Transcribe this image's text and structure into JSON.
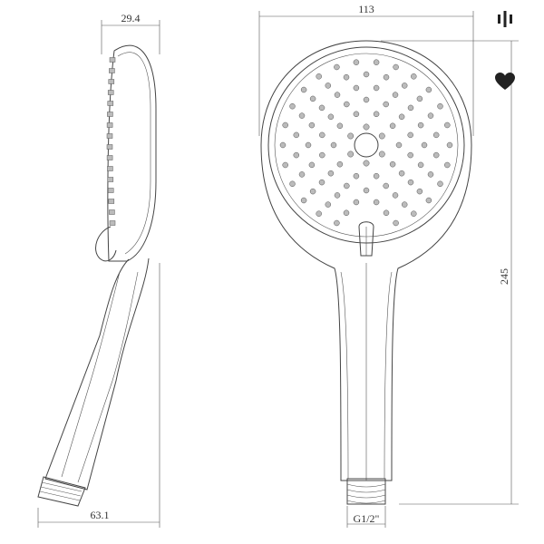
{
  "dimensions": {
    "side_thickness": "29.4",
    "side_length": "63.1",
    "face_width": "113",
    "total_length": "245",
    "thread": "G1/2\""
  },
  "icons": {
    "spray_modes": "spray-modes-icon",
    "favorite": "heart-icon"
  },
  "colors": {
    "line": "#444444",
    "nozzle": "#bbbbbb",
    "icon": "#222222"
  }
}
